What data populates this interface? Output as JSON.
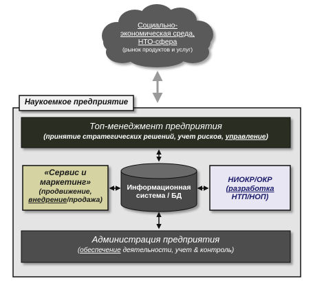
{
  "cloud": {
    "line1": "Социально-",
    "line2": "экономическая среда,",
    "line3": "НТО-сфера",
    "line4": "(рынок продуктов и услуг)"
  },
  "enterprise": {
    "title": "Наукоемкое предприятие"
  },
  "top_management": {
    "title": "Топ-менеджмент предприятия",
    "sub_a": "(принятие стратегических решений, учет рисков, ",
    "sub_b": "управление",
    "sub_c": ")"
  },
  "service": {
    "line1": "«Сервис и",
    "line2": "маркетинг»",
    "line3": "(продвижение,",
    "line4_a": "внедрение",
    "line4_b": "/продажа)"
  },
  "info_system": {
    "line1": "Информационная",
    "line2": "система / БД"
  },
  "rnd": {
    "line1": "НИОКР/ОКР",
    "line2": "(разработка",
    "line3": "НТП/НОП)"
  },
  "administration": {
    "title": "Администрация предприятия",
    "sub_a": "(",
    "sub_b": "обеспечение",
    "sub_c": " деятельности, учет & контроль)"
  },
  "colors": {
    "dark_box": "#2b2e22",
    "gray_box": "#4d4d4d",
    "service_fill": "#d4d3a1",
    "rnd_fill": "#e8e6f3",
    "cloud_fill": "#5a5a5a",
    "frame_fill": "#e4e4e4"
  }
}
